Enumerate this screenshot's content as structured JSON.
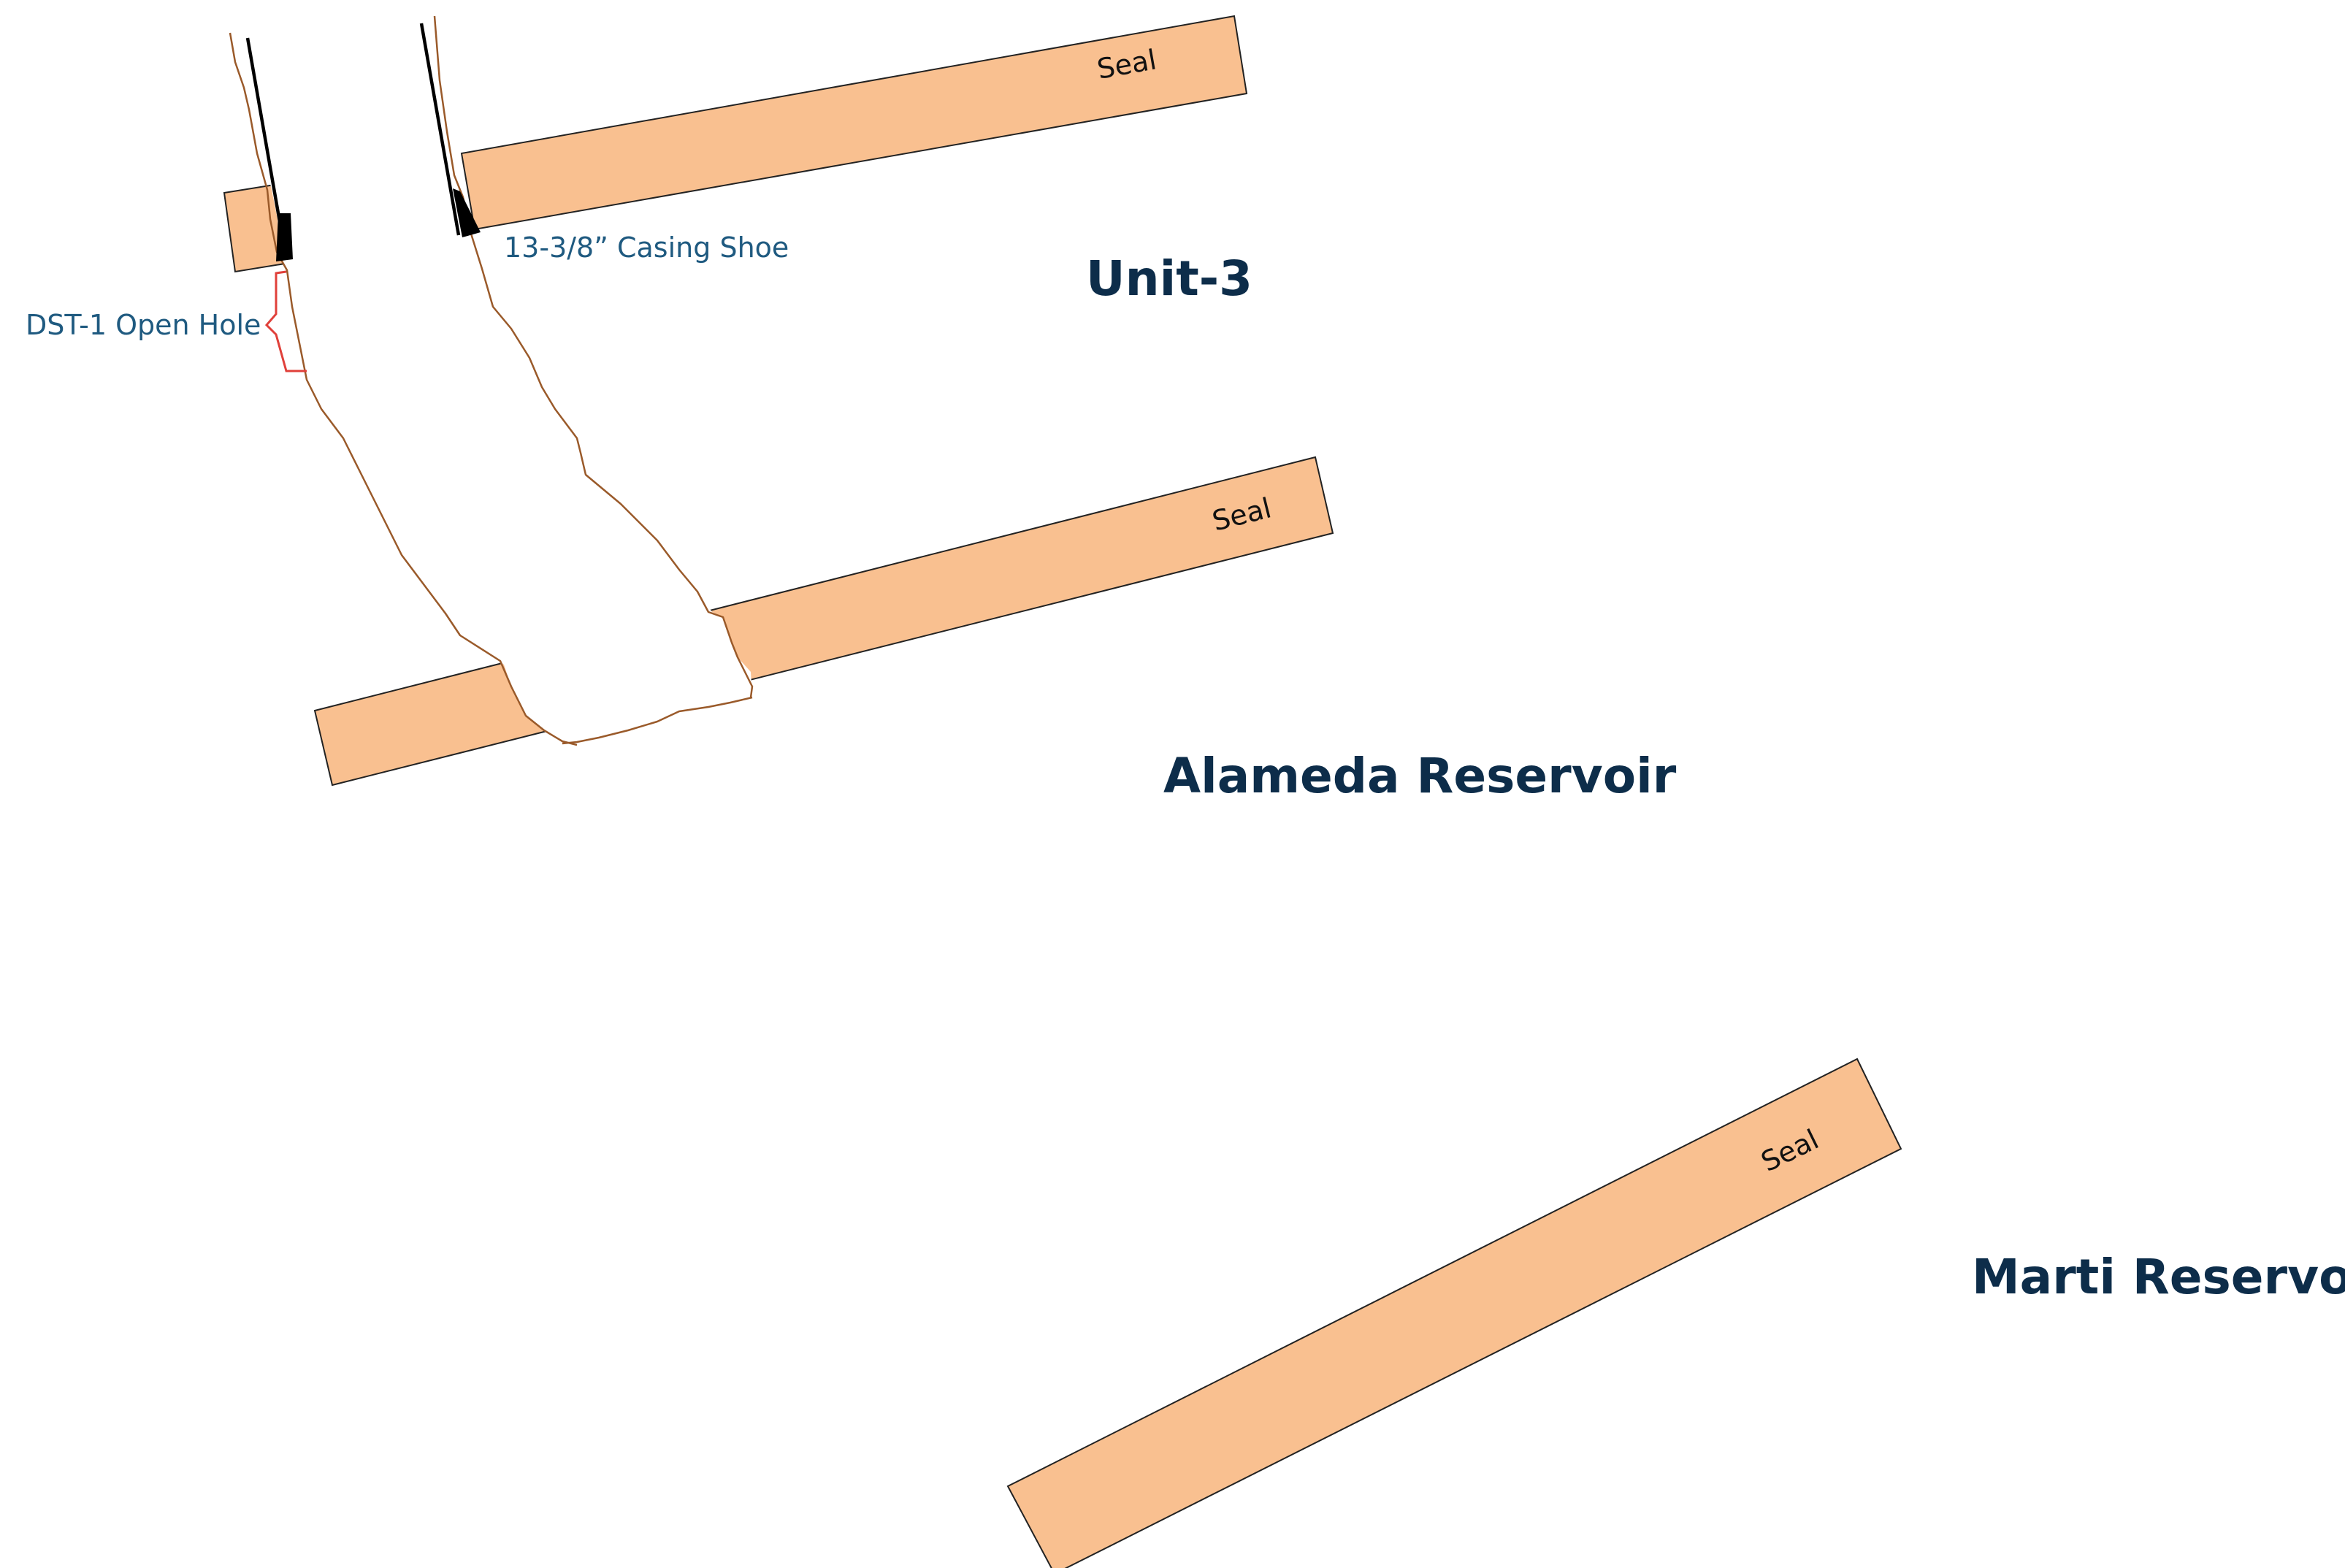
{
  "diagram": {
    "seal_label": "Seal",
    "units": {
      "unit3": "Unit-3",
      "alameda": "Alameda Reservoir",
      "marti": "Marti Reservoir"
    },
    "annotations": {
      "casing_shoe": "13-3/8” Casing Shoe",
      "dst_open_hole": "DST-1 Open Hole"
    },
    "colors": {
      "seal_fill": "#f9c090",
      "unit_label": "#0d2d4a",
      "annotation_label": "#1f5a80",
      "borehole_wall": "#9a5a2a",
      "open_hole_bracket": "#e0403a"
    }
  }
}
